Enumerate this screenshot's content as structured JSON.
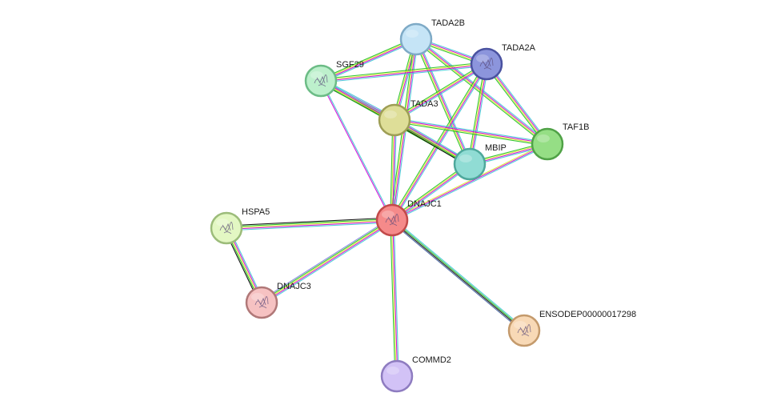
{
  "network": {
    "nodes": [
      {
        "id": "TADA2B",
        "label": "TADA2B",
        "fill": "#c5e4f6",
        "stroke": "#7eaac6",
        "structure": false
      },
      {
        "id": "TADA2A",
        "label": "TADA2A",
        "fill": "#8c95dc",
        "stroke": "#4a52a0",
        "structure": true
      },
      {
        "id": "SGF29",
        "label": "SGF29",
        "fill": "#bdf0cc",
        "stroke": "#6cbc86",
        "structure": true
      },
      {
        "id": "TADA3",
        "label": "TADA3",
        "fill": "#dede98",
        "stroke": "#9e9e55",
        "structure": false
      },
      {
        "id": "TAF1B",
        "label": "TAF1B",
        "fill": "#95de85",
        "stroke": "#50a247",
        "structure": false
      },
      {
        "id": "MBIP",
        "label": "MBIP",
        "fill": "#90dcd4",
        "stroke": "#4ea89c",
        "structure": false
      },
      {
        "id": "DNAJC1",
        "label": "DNAJC1",
        "fill": "#f58a8a",
        "stroke": "#c24a4a",
        "structure": true
      },
      {
        "id": "HSPA5",
        "label": "HSPA5",
        "fill": "#e3f7c3",
        "stroke": "#9cbc7a",
        "structure": true
      },
      {
        "id": "DNAJC3",
        "label": "DNAJC3",
        "fill": "#f6c2c2",
        "stroke": "#b07878",
        "structure": true
      },
      {
        "id": "ENSODEP00000017298",
        "label": "ENSODEP00000017298",
        "fill": "#f8d9b6",
        "stroke": "#c49a6c",
        "structure": true
      },
      {
        "id": "COMMD2",
        "label": "COMMD2",
        "fill": "#d2c2f6",
        "stroke": "#8e7cc0",
        "structure": false
      }
    ],
    "edges": [
      {
        "from": "TADA2B",
        "to": "TADA2A",
        "colors": [
          "#3fc7d6",
          "#d400d4",
          "#d8e830",
          "#20c020"
        ]
      },
      {
        "from": "TADA2B",
        "to": "SGF29",
        "colors": [
          "#3fc7d6",
          "#d400d4",
          "#d8e830",
          "#20c020"
        ]
      },
      {
        "from": "TADA2B",
        "to": "TADA3",
        "colors": [
          "#3fc7d6",
          "#d400d4",
          "#d8e830",
          "#20c020"
        ]
      },
      {
        "from": "TADA2B",
        "to": "TAF1B",
        "colors": [
          "#3fc7d6",
          "#d400d4",
          "#d8e830",
          "#20c020"
        ]
      },
      {
        "from": "TADA2B",
        "to": "MBIP",
        "colors": [
          "#3fc7d6",
          "#d400d4",
          "#d8e830",
          "#20c020"
        ]
      },
      {
        "from": "TADA2B",
        "to": "DNAJC1",
        "colors": [
          "#3fc7d6",
          "#d400d4",
          "#d8e830",
          "#20c020"
        ]
      },
      {
        "from": "TADA2A",
        "to": "SGF29",
        "colors": [
          "#3fc7d6",
          "#d400d4",
          "#d8e830",
          "#20c020"
        ]
      },
      {
        "from": "TADA2A",
        "to": "TADA3",
        "colors": [
          "#3fc7d6",
          "#d400d4",
          "#d8e830",
          "#20c020"
        ]
      },
      {
        "from": "TADA2A",
        "to": "TAF1B",
        "colors": [
          "#3fc7d6",
          "#d400d4",
          "#d8e830",
          "#20c020"
        ]
      },
      {
        "from": "TADA2A",
        "to": "MBIP",
        "colors": [
          "#3fc7d6",
          "#d400d4",
          "#d8e830",
          "#20c020"
        ]
      },
      {
        "from": "TADA2A",
        "to": "DNAJC1",
        "colors": [
          "#3fc7d6",
          "#d400d4",
          "#d8e830",
          "#20c020"
        ]
      },
      {
        "from": "SGF29",
        "to": "TADA3",
        "colors": [
          "#3fc7d6",
          "#d400d4",
          "#d8e830",
          "#20c020",
          "#000000"
        ]
      },
      {
        "from": "SGF29",
        "to": "MBIP",
        "colors": [
          "#3fc7d6",
          "#d400d4",
          "#d8e830",
          "#20c020"
        ]
      },
      {
        "from": "SGF29",
        "to": "DNAJC1",
        "colors": [
          "#3fc7d6",
          "#d400d4"
        ]
      },
      {
        "from": "TADA3",
        "to": "TAF1B",
        "colors": [
          "#3fc7d6",
          "#d400d4",
          "#d8e830",
          "#20c020"
        ]
      },
      {
        "from": "TADA3",
        "to": "MBIP",
        "colors": [
          "#3fc7d6",
          "#d400d4",
          "#d8e830",
          "#20c020",
          "#000000"
        ]
      },
      {
        "from": "TADA3",
        "to": "DNAJC1",
        "colors": [
          "#3fc7d6",
          "#d400d4",
          "#d8e830",
          "#20c020"
        ]
      },
      {
        "from": "TAF1B",
        "to": "MBIP",
        "colors": [
          "#3fc7d6",
          "#d400d4",
          "#d8e830",
          "#20c020"
        ]
      },
      {
        "from": "TAF1B",
        "to": "DNAJC1",
        "colors": [
          "#3fc7d6",
          "#d400d4",
          "#d8e830"
        ]
      },
      {
        "from": "MBIP",
        "to": "DNAJC1",
        "colors": [
          "#3fc7d6",
          "#d400d4",
          "#d8e830",
          "#20c020"
        ]
      },
      {
        "from": "DNAJC1",
        "to": "HSPA5",
        "colors": [
          "#3fc7d6",
          "#d400d4",
          "#d8e830",
          "#20c020",
          "#000000"
        ]
      },
      {
        "from": "DNAJC1",
        "to": "DNAJC3",
        "colors": [
          "#3fc7d6",
          "#d400d4",
          "#d8e830",
          "#20c020",
          "#8080e0"
        ]
      },
      {
        "from": "DNAJC1",
        "to": "ENSODEP00000017298",
        "colors": [
          "#3fc7d6",
          "#20c020",
          "#000000",
          "#3a5a9a"
        ]
      },
      {
        "from": "DNAJC1",
        "to": "COMMD2",
        "colors": [
          "#3fc7d6",
          "#d400d4",
          "#d8e830",
          "#20c020"
        ]
      },
      {
        "from": "HSPA5",
        "to": "DNAJC3",
        "colors": [
          "#3fc7d6",
          "#d400d4",
          "#d8e830",
          "#20c020",
          "#000000"
        ]
      }
    ]
  }
}
